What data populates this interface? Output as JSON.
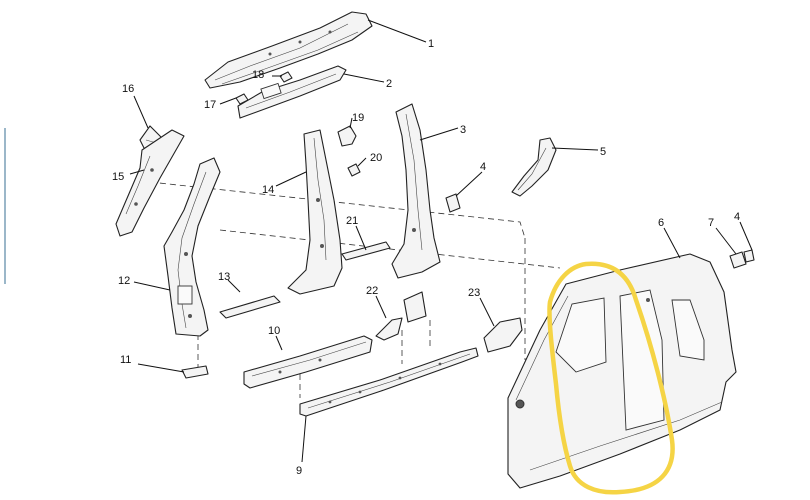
{
  "callouts": {
    "c1": "1",
    "c2": "2",
    "c3": "3",
    "c4a": "4",
    "c4b": "4",
    "c5": "5",
    "c6": "6",
    "c7": "7",
    "c9": "9",
    "c10": "10",
    "c11": "11",
    "c12": "12",
    "c13": "13",
    "c14": "14",
    "c15": "15",
    "c16": "16",
    "c17": "17",
    "c18": "18",
    "c19": "19",
    "c20": "20",
    "c21": "21",
    "c22": "22",
    "c23": "23"
  },
  "colors": {
    "highlight": "#f5d445",
    "line": "#222222",
    "part_fill": "#f4f4f4"
  }
}
